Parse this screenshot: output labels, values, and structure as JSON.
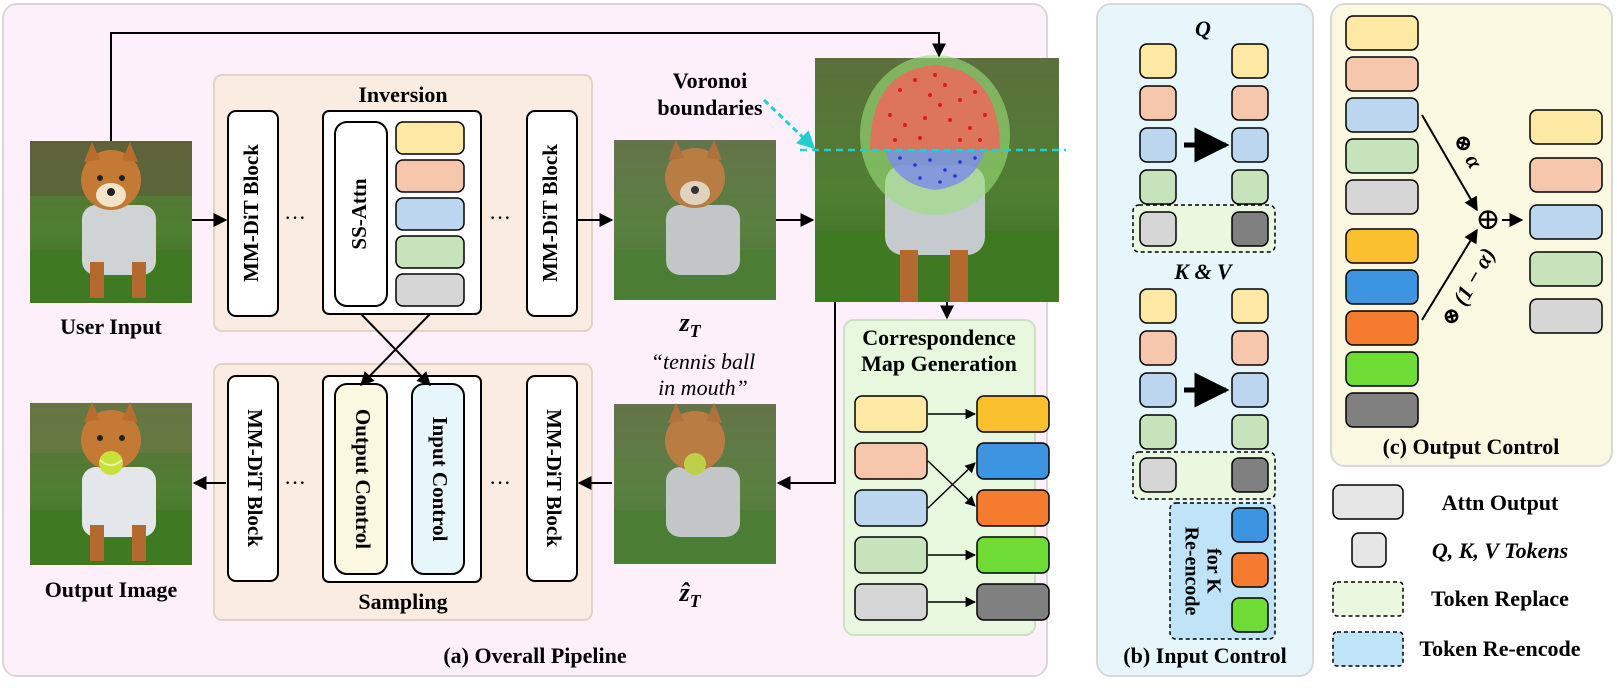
{
  "panel_a": {
    "caption": "(a) Overall Pipeline",
    "user_input_label": "User Input",
    "output_image_label": "Output Image",
    "inversion_label": "Inversion",
    "sampling_label": "Sampling",
    "block_label": "MM-DiT Block",
    "ss_attn_label": "SS-Attn",
    "output_control_label": "Output Control",
    "input_control_label": "Input Control",
    "ellipsis": "···",
    "z_t_label": "z",
    "z_t_sub": "T",
    "z_hat_label": "ẑ",
    "z_hat_sub": "T",
    "prompt_line1": "“tennis ball",
    "prompt_line2": "in mouth”",
    "voronoi_line1": "Voronoi",
    "voronoi_line2": "boundaries",
    "corr_line1": "Correspondence",
    "corr_line2": "Map Generation"
  },
  "panel_b": {
    "caption": "(b) Input Control",
    "q_label": "Q",
    "kv_label": "K & V",
    "reencode_line1": "Re-encode",
    "reencode_line2": "for K"
  },
  "panel_c": {
    "caption": "(c) Output Control",
    "alpha_label": "⊗ α",
    "one_minus_alpha_label": "⊗ (1 − α)",
    "oplus": "⊕"
  },
  "legend": [
    {
      "label": "Attn Output"
    },
    {
      "label": "Q, K, V Tokens"
    },
    {
      "label": "Token Replace"
    },
    {
      "label": "Token Re-encode"
    }
  ],
  "colors": {
    "yellow_light": "#fde9a3",
    "peach_light": "#f7c7ad",
    "blue_light": "#bcd6ef",
    "green_light": "#c6e3bb",
    "gray_light": "#d6d6d6",
    "yellow_strong": "#fbc02d",
    "blue_strong": "#3d95e2",
    "orange_strong": "#f57c2f",
    "green_strong": "#6fdc35",
    "gray_strong": "#808080",
    "panel_a_bg": "#fdf0fa",
    "panel_b_bg": "#e7f6fb",
    "panel_c_bg": "#fbf8e1",
    "pipeline_box_bg": "#fbece1",
    "corr_box_bg": "#e7f8df",
    "cyan_line": "#22cfcf"
  }
}
